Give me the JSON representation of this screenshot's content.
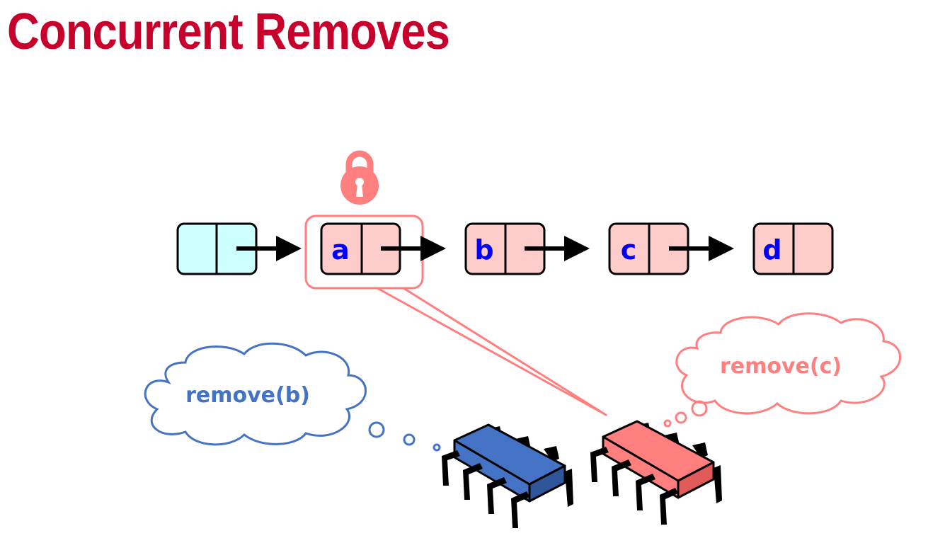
{
  "slide": {
    "title": "Concurrent Removes"
  },
  "list": {
    "nodes": [
      {
        "label": ""
      },
      {
        "label": "a"
      },
      {
        "label": "b"
      },
      {
        "label": "c"
      },
      {
        "label": "d"
      }
    ]
  },
  "threads": [
    {
      "thought": "remove(b)",
      "icon": "cpu-chip-icon"
    },
    {
      "thought": "remove(c)",
      "icon": "cpu-chip-icon"
    }
  ],
  "lock": {
    "icon": "padlock-icon"
  },
  "colors": {
    "title": "#c8002c",
    "sentinel_fill": "#ccffff",
    "node_fill": "#ffcccc",
    "label_color": "#0000ff",
    "thread_blue": "#4472c4",
    "thread_pink": "#ff7f7f",
    "lock_color": "#ff7f7f"
  }
}
